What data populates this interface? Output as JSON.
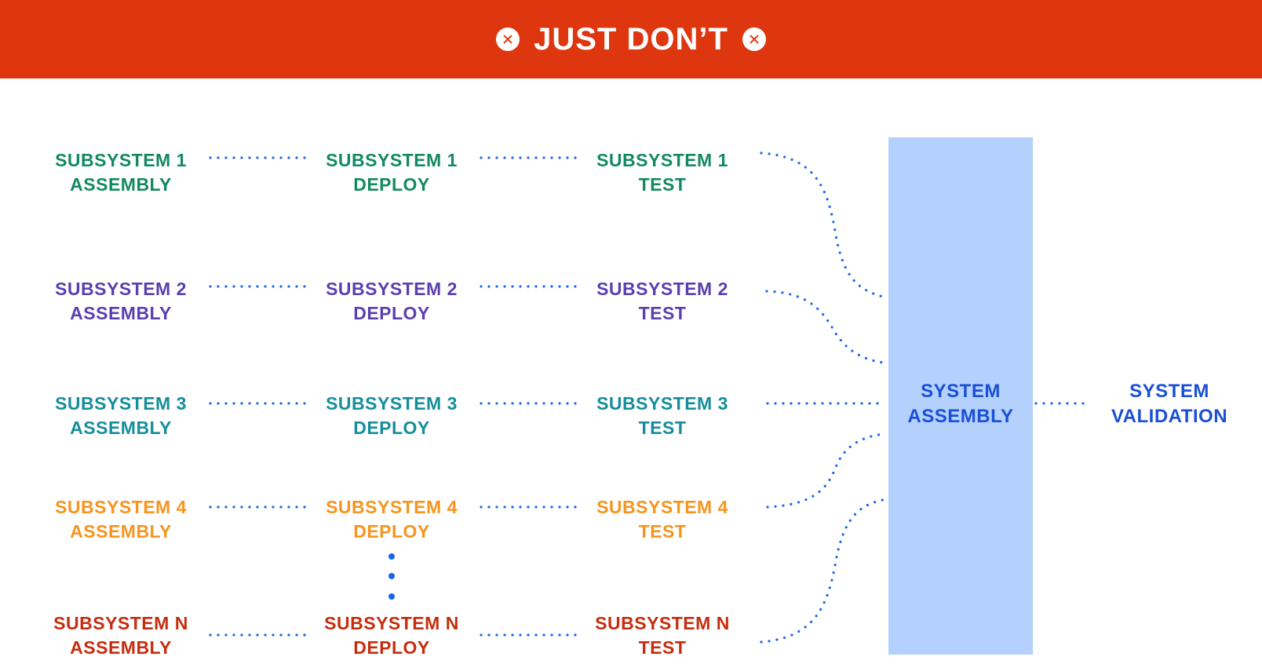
{
  "banner": {
    "title": "JUST DON’T",
    "background": "#de360e",
    "icons": [
      "close-circle-icon",
      "close-circle-icon"
    ]
  },
  "colors": {
    "subsystem_1": "#138a5e",
    "subsystem_2": "#5b3fb0",
    "subsystem_3": "#158e9b",
    "subsystem_4": "#f7941d",
    "subsystem_n": "#c62d0e",
    "system": "#1a4fd6",
    "connector": "#1a66e6",
    "system_box": "#b3d1fc"
  },
  "subsystems": [
    {
      "id": "1",
      "assembly": [
        "SUBSYSTEM 1",
        "ASSEMBLY"
      ],
      "deploy": [
        "SUBSYSTEM 1",
        "DEPLOY"
      ],
      "test": [
        "SUBSYSTEM 1",
        "TEST"
      ]
    },
    {
      "id": "2",
      "assembly": [
        "SUBSYSTEM 2",
        "ASSEMBLY"
      ],
      "deploy": [
        "SUBSYSTEM 2",
        "DEPLOY"
      ],
      "test": [
        "SUBSYSTEM 2",
        "TEST"
      ]
    },
    {
      "id": "3",
      "assembly": [
        "SUBSYSTEM 3",
        "ASSEMBLY"
      ],
      "deploy": [
        "SUBSYSTEM 3",
        "DEPLOY"
      ],
      "test": [
        "SUBSYSTEM 3",
        "TEST"
      ]
    },
    {
      "id": "4",
      "assembly": [
        "SUBSYSTEM 4",
        "ASSEMBLY"
      ],
      "deploy": [
        "SUBSYSTEM 4",
        "DEPLOY"
      ],
      "test": [
        "SUBSYSTEM 4",
        "TEST"
      ]
    },
    {
      "id": "n",
      "assembly": [
        "SUBSYSTEM N",
        "ASSEMBLY"
      ],
      "deploy": [
        "SUBSYSTEM N",
        "DEPLOY"
      ],
      "test": [
        "SUBSYSTEM N",
        "TEST"
      ]
    }
  ],
  "system_assembly": [
    "SYSTEM",
    "ASSEMBLY"
  ],
  "system_validation": [
    "SYSTEM",
    "VALIDATION"
  ]
}
